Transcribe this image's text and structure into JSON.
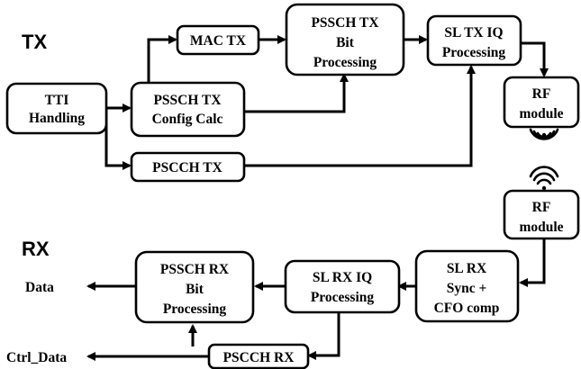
{
  "sections": {
    "tx": "TX",
    "rx": "RX"
  },
  "blocks": {
    "tti": [
      "TTI",
      "Handling"
    ],
    "mac_tx": [
      "MAC TX"
    ],
    "pssch_config": [
      "PSSCH TX",
      "Config Calc"
    ],
    "pscch_tx": [
      "PSCCH TX"
    ],
    "pssch_tx_bit": [
      "PSSCH TX",
      "Bit",
      "Processing"
    ],
    "sl_tx_iq": [
      "SL TX IQ",
      "Processing"
    ],
    "rf_tx": [
      "RF",
      "module"
    ],
    "rf_rx": [
      "RF",
      "module"
    ],
    "sl_rx_sync": [
      "SL RX",
      "Sync +",
      "CFO comp"
    ],
    "sl_rx_iq": [
      "SL RX IQ",
      "Processing"
    ],
    "pssch_rx_bit": [
      "PSSCH RX",
      "Bit",
      "Processing"
    ],
    "pscch_rx": [
      "PSCCH RX"
    ]
  },
  "outputs": {
    "data": "Data",
    "ctrl_data": "Ctrl_Data"
  },
  "icons": {
    "tx_wireless": "wireless-signal-down-icon",
    "rx_wireless": "wireless-signal-up-icon"
  }
}
